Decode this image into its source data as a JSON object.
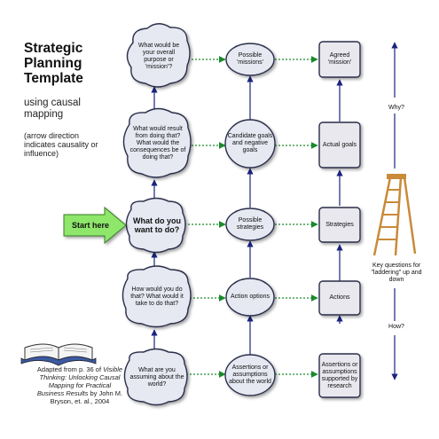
{
  "title": [
    "Strategic",
    "Planning",
    "Template"
  ],
  "subtitle": "using causal mapping",
  "note": "(arrow direction indicates causality or influence)",
  "start_label": "Start here",
  "questions": {
    "purpose": "What would be your overall purpose or 'mission'?",
    "consequences": "What would result from doing that? What would the consequences be of doing that?",
    "center": "What do you want to do?",
    "how": "How would you do that? What would it take to do that?",
    "assuming": "What are you assuming about the world?"
  },
  "possible": {
    "missions": "Possible 'missions'",
    "goals": "Candidate goals and negative goals",
    "strategies": "Possible strategies",
    "actions": "Action options",
    "assertions": "Assertions or assumptions about the world"
  },
  "agreed": {
    "mission": "Agreed 'mission'",
    "goals": "Actual goals",
    "strategies": "Strategies",
    "actions": "Actions",
    "assertions": "Assertions or assumptions supported by research"
  },
  "side": {
    "why": "Why?",
    "how": "How?",
    "key_questions": "Key questions for \"laddering\" up and down"
  },
  "credit": {
    "prefix": "Adapted from p. 36 of ",
    "book": "Visible Thinking: Unlocking Causal Mapping for Practical Business Results",
    "suffix": " by John M. Bryson, et. al., 2004"
  },
  "colors": {
    "cloud_fill": "#e6e8f2",
    "cloud_stroke": "#2a2f4a",
    "box_fill": "#e8e8ee",
    "arrow_dashed": "#1a8a2a",
    "arrow_solid": "#1a237e",
    "start_fill": "#8ee66a",
    "ladder": "#c98a3a"
  }
}
